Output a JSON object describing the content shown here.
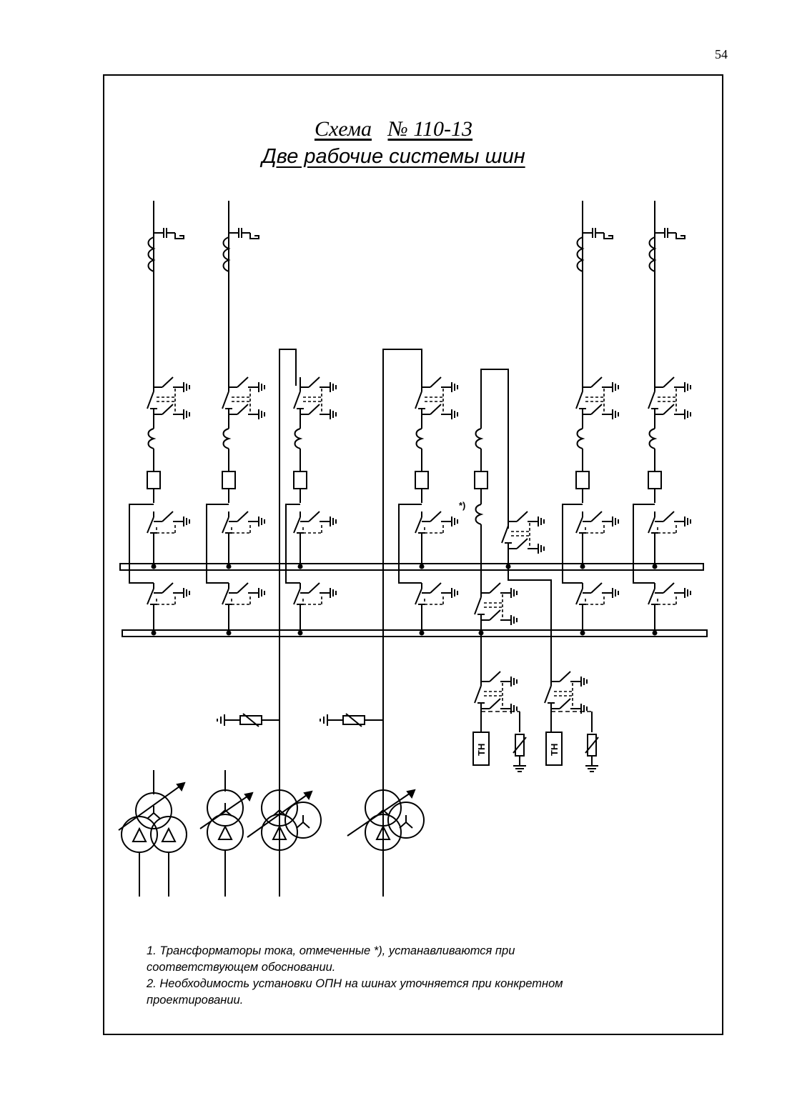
{
  "page_number": "54",
  "title": {
    "line1_prefix": "Схема",
    "line1_number": "№ 110-13",
    "line2": "Две рабочие  системы шин"
  },
  "labels": {
    "ct_marker": "*)",
    "vt_label": "ТН"
  },
  "notes": [
    "1.  Трансформаторы тока, отмеченные *), устанавливаются при соответствующем обосновании.",
    "2.  Необходимость установки ОПН  на шинах уточняется при конкретном проектировании."
  ]
}
